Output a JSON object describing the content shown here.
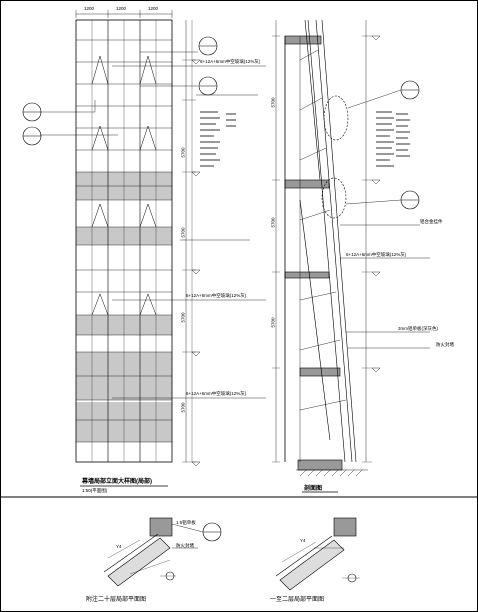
{
  "drawing": {
    "elevation": {
      "top_dims": [
        "1200",
        "1200",
        "1200"
      ],
      "vertical_dims": [
        "5700",
        "5700",
        "5700",
        "5700"
      ],
      "notes": [
        "6+12A+6mm中空玻璃(12%灰)",
        "6+12A+6mm中空玻璃(12%灰)",
        "6+12A+6mm中空玻璃(12%灰)"
      ],
      "caption_title": "幕墙局部立面大样图(局部)",
      "caption_scale": "1:50(平面图)"
    },
    "section": {
      "caption_title": "剖面图",
      "vertical_dims": [
        "5700",
        "5700",
        "5700"
      ],
      "notes": [
        "铝合金挂件",
        "6+12A+6mm中空玻璃(12%灰)",
        "3mm铝单板(深灰色)",
        "防火封堵"
      ]
    },
    "detail_left": {
      "caption": "附注二十层局部平面图",
      "label": "1:5铝单板",
      "note": "防火封堵",
      "dim": "Y4"
    },
    "detail_right": {
      "caption": "一至二层局部平面图",
      "dim": "Y4"
    }
  }
}
